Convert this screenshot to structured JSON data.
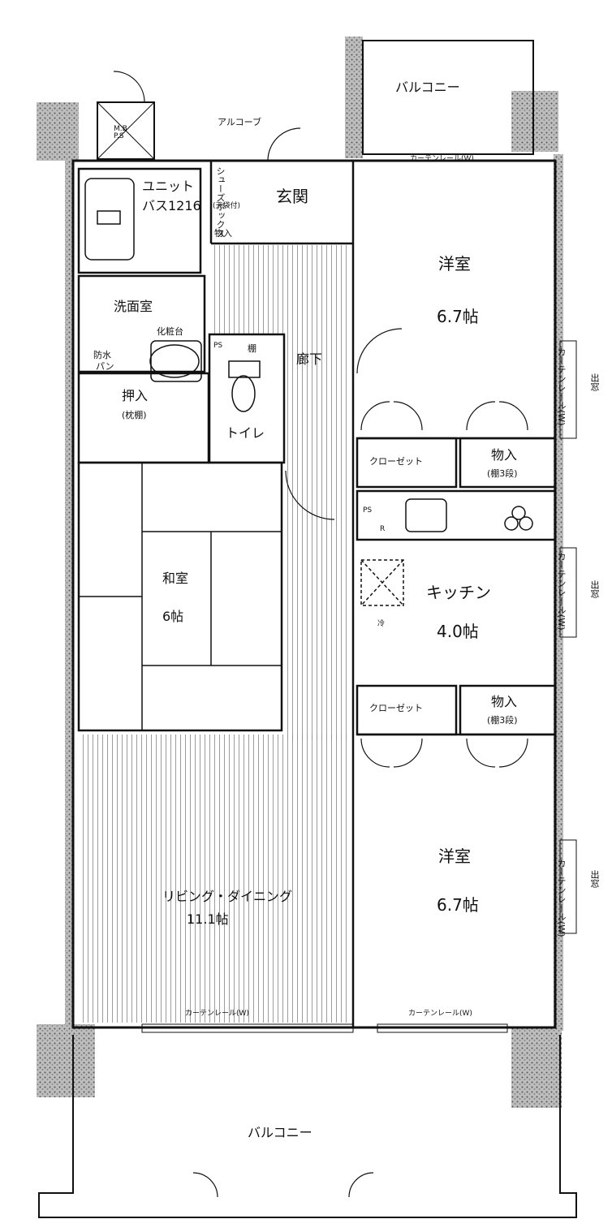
{
  "floorplan": {
    "balcony_top": "バルコニー",
    "balcony_bottom": "バルコニー",
    "mb_ps": "M.B\nP.S",
    "alcove": "アルコーブ",
    "shoes_box": "シューズボックス",
    "shoes_box_note": "(天袋付)",
    "mono_ire_small": "物入",
    "genkan": "玄関",
    "unit_bath": "ユニット",
    "unit_bath_2": "バス1216",
    "senmenshitsu": "洗面室",
    "keshodai": "化粧台",
    "bousui_pan": "防水",
    "bousui_pan_2": "パン",
    "ps_small": "PS",
    "tana": "棚",
    "roka": "廊下",
    "toilet": "トイレ",
    "oshiire": "押入",
    "oshiire_note": "(枕棚)",
    "washitsu": "和室",
    "washitsu_size": "6帖",
    "youshitsu_top": "洋室",
    "youshitsu_top_size": "6.7帖",
    "closet_top": "クローゼット",
    "mono_ire_top": "物入",
    "mono_ire_top_note": "(棚3段)",
    "kitchen": "キッチン",
    "kitchen_size": "4.0帖",
    "closet_mid": "クローゼット",
    "mono_ire_mid": "物入",
    "mono_ire_mid_note": "(棚3段)",
    "ldk": "リビング・ダイニング",
    "ldk_size": "11.1帖",
    "youshitsu_bottom": "洋室",
    "youshitsu_bottom_size": "6.7帖",
    "curtain_rail_top": "カーテンレール(W)",
    "curtain_rail_side1": "カーテンレール(W)",
    "curtain_rail_side2": "カーテンレール(W)",
    "curtain_rail_side3": "カーテンレール(W)",
    "curtain_rail_ldk": "カーテンレール(W)",
    "curtain_rail_bottom": "カーテンレール(W)",
    "demado_1": "出窓",
    "demado_2": "出窓",
    "demado_3": "出窓",
    "ps_kitchen": "PS",
    "r_mark": "R",
    "rei": "冷"
  }
}
